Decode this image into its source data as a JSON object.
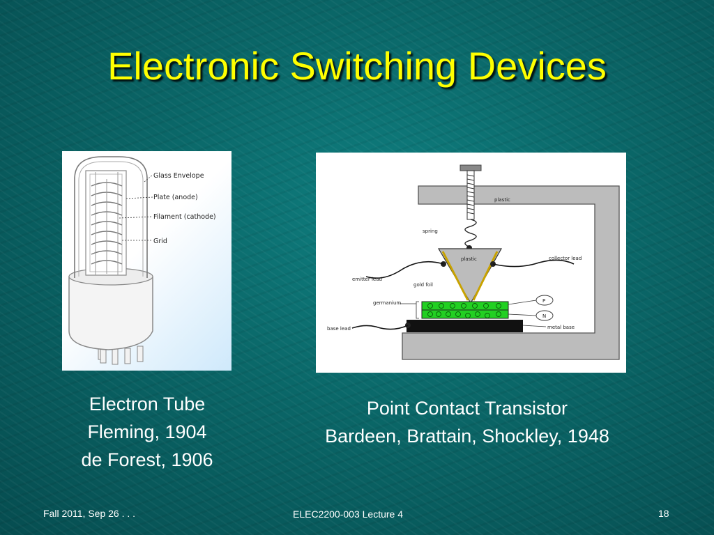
{
  "slide": {
    "title": "Electronic Switching Devices"
  },
  "tube_diagram": {
    "labels": [
      "Glass Envelope",
      "Plate (anode)",
      "Filament (cathode)",
      "Grid"
    ]
  },
  "transistor_diagram": {
    "labels": {
      "plastic_frame": "plastic",
      "spring": "spring",
      "plastic_wedge": "plastic",
      "collector_lead": "collector lead",
      "emitter_lead": "emitter lead",
      "gold_foil": "gold foil",
      "germanium": "germanium",
      "p": "P",
      "n": "N",
      "base_lead": "base lead",
      "metal_base": "metal base"
    }
  },
  "captions": {
    "left": [
      "Electron Tube",
      "Fleming, 1904",
      "de Forest, 1906"
    ],
    "right": [
      "Point Contact Transistor",
      "Bardeen, Brattain, Shockley, 1948"
    ]
  },
  "footer": {
    "left": "Fall 2011, Sep 26 . . .",
    "center": "ELEC2200-003 Lecture 4",
    "right": "18"
  }
}
